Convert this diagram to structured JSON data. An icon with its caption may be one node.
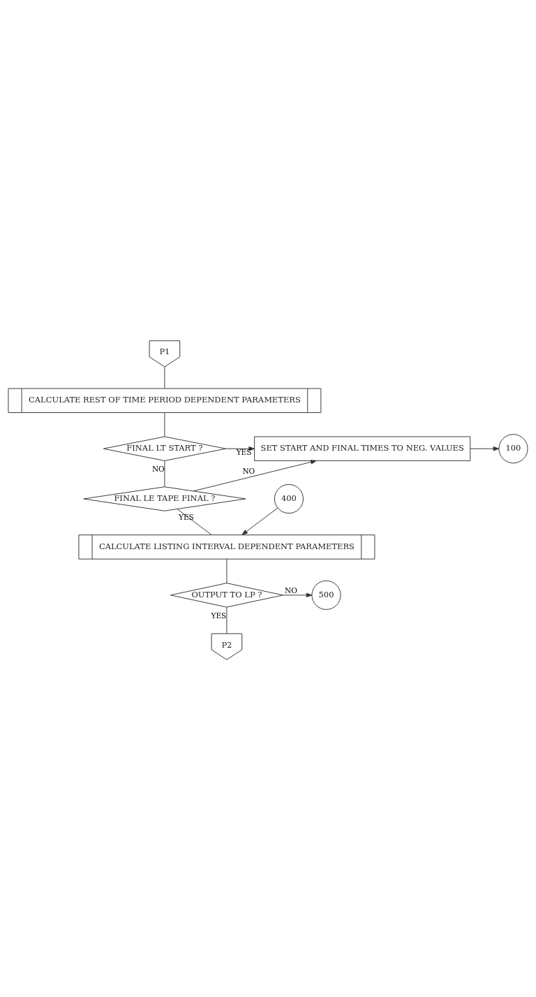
{
  "diagram": {
    "nodes": [
      {
        "text": [
          "P1"
        ]
      },
      {
        "text": [
          "CALCULATE REST OF TIME PERIOD DEPENDENT PARAMETERS"
        ]
      },
      {
        "text": [
          "FINAL LT START ?"
        ]
      },
      {
        "text": [
          "SET START AND FINAL TIMES TO NEG. VALUES"
        ]
      },
      {
        "text": [
          "100"
        ]
      },
      {
        "text": [
          "FINAL LE TAPE FINAL ?"
        ]
      },
      {
        "text": [
          "400"
        ]
      },
      {
        "text": [
          "CALCULATE LISTING INTERVAL DEPENDENT PARAMETERS"
        ]
      },
      {
        "text": [
          "OUTPUT TO LP ?"
        ]
      },
      {
        "text": [
          "500"
        ]
      },
      {
        "text": [
          "P2"
        ]
      }
    ],
    "edges": [
      {
        "from": 0,
        "to": 1,
        "arrow": "none"
      },
      {
        "from": 1,
        "to": 2,
        "arrow": "none"
      },
      {
        "from": 2,
        "to": 3,
        "arrow": "to",
        "label": "YES"
      },
      {
        "from": 3,
        "to": 4,
        "arrow": "to"
      },
      {
        "from": 2,
        "to": 5,
        "arrow": "none",
        "label": "NO"
      },
      {
        "from": 5,
        "to": 3,
        "arrow": "to",
        "label": "NO"
      },
      {
        "from": 5,
        "to": 7,
        "arrow": "none",
        "label": "YES"
      },
      {
        "from": 6,
        "to": 7,
        "arrow": "to"
      },
      {
        "from": 7,
        "to": 8,
        "arrow": "none"
      },
      {
        "from": 8,
        "to": 9,
        "arrow": "to",
        "label": "NO"
      },
      {
        "from": 8,
        "to": 10,
        "arrow": "none",
        "label": "YES"
      }
    ]
  }
}
